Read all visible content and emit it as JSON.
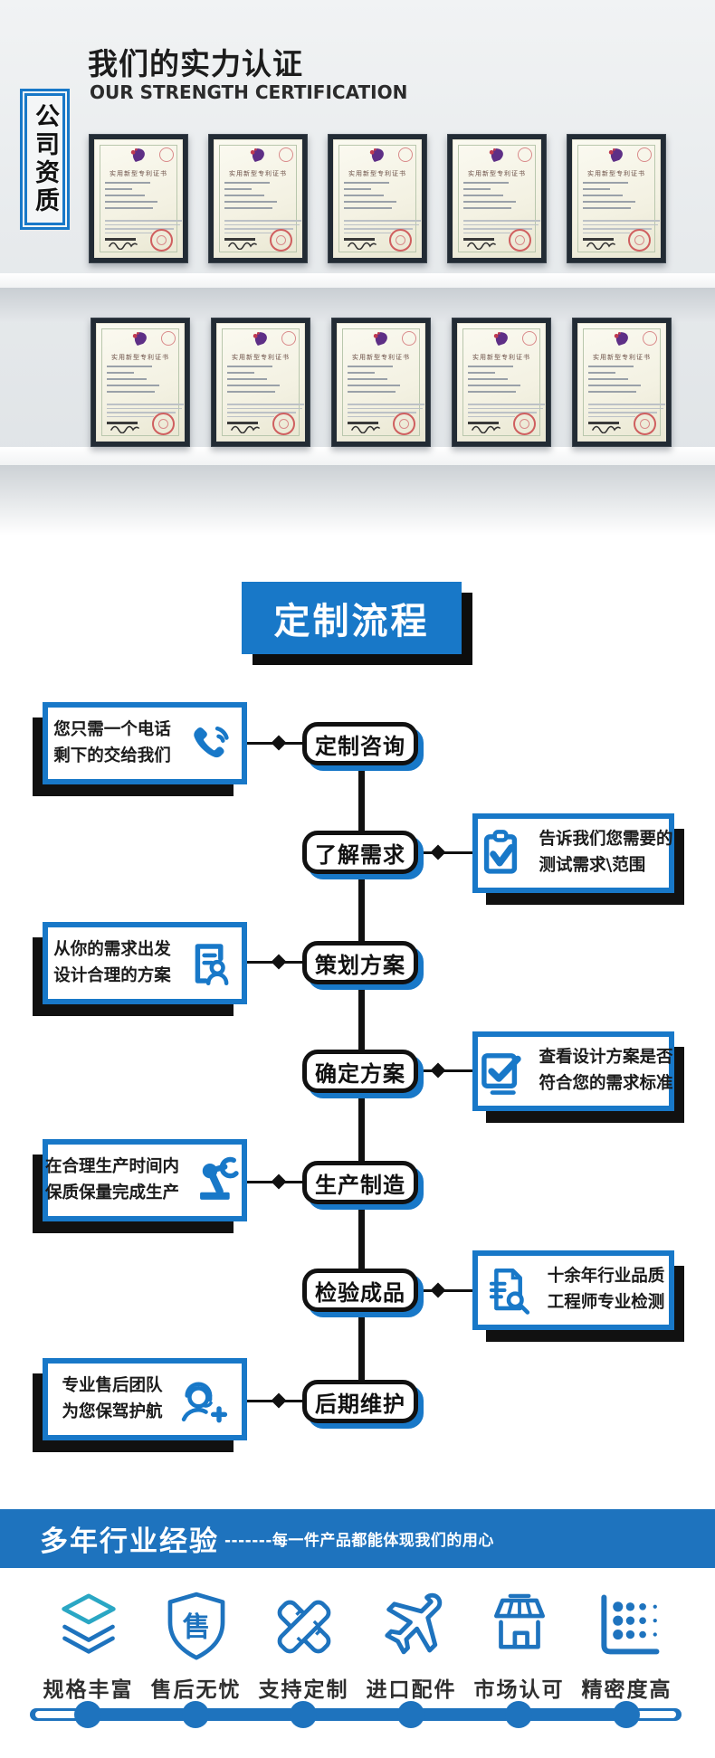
{
  "colors": {
    "flow_blue": "#1878c8",
    "bar_blue": "#1e73be",
    "teal": "#2aa7c4",
    "black": "#111111",
    "wall_gray": "#e9ecee"
  },
  "cert_section": {
    "title": "我们的实力认证",
    "subtitle": "OUR STRENGTH CERTIFICATION",
    "side_label": "公司资质",
    "paper_title": "实用新型专利证书",
    "rows": 2,
    "certs_per_row": 5
  },
  "process": {
    "banner": "定制流程",
    "steps": [
      {
        "node": "定制咨询",
        "side": "left",
        "icon": "phone-icon",
        "line1": "您只需一个电话",
        "line2": "剩下的交给我们"
      },
      {
        "node": "了解需求",
        "side": "right",
        "icon": "clipboard-check-icon",
        "line1": "告诉我们您需要的",
        "line2": "测试需求\\范围"
      },
      {
        "node": "策划方案",
        "side": "left",
        "icon": "document-user-icon",
        "line1": "从你的需求出发",
        "line2": "设计合理的方案"
      },
      {
        "node": "确定方案",
        "side": "right",
        "icon": "checkbox-icon",
        "line1": "查看设计方案是否",
        "line2": "符合您的需求标准"
      },
      {
        "node": "生产制造",
        "side": "left",
        "icon": "robot-arm-icon",
        "line1": "在合理生产时间内",
        "line2": "保质保量完成生产"
      },
      {
        "node": "检验成品",
        "side": "right",
        "icon": "document-search-icon",
        "line1": "十余年行业品质",
        "line2": "工程师专业检测"
      },
      {
        "node": "后期维护",
        "side": "left",
        "icon": "customer-service-icon",
        "line1": "专业售后团队",
        "line2": "为您保驾护航"
      }
    ]
  },
  "experience": {
    "title": "多年行业经验",
    "subtitle": "-------每一件产品都能体现我们的用心",
    "shield_glyph": "售",
    "features": [
      {
        "label": "规格丰富",
        "icon": "layers-icon"
      },
      {
        "label": "售后无忧",
        "icon": "shield-icon"
      },
      {
        "label": "支持定制",
        "icon": "pen-ruler-icon"
      },
      {
        "label": "进口配件",
        "icon": "airplane-icon"
      },
      {
        "label": "市场认可",
        "icon": "store-icon"
      },
      {
        "label": "精密度高",
        "icon": "precision-chart-icon"
      }
    ]
  }
}
